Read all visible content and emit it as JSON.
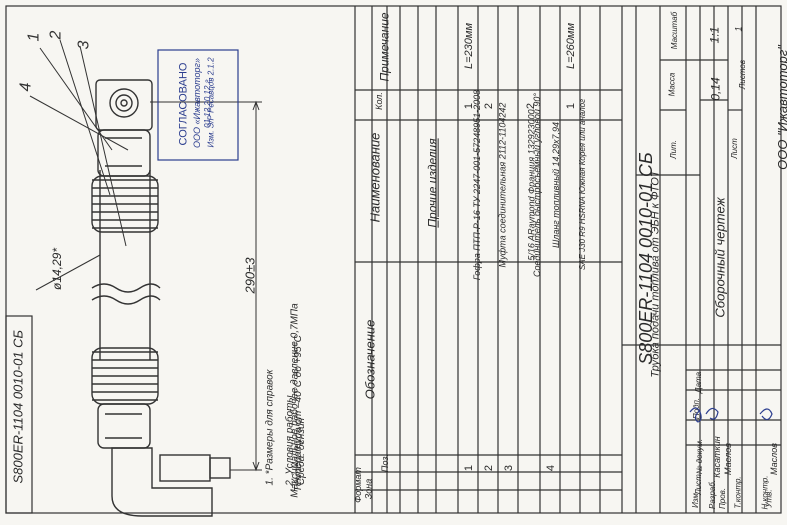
{
  "stamp": {
    "title": "СОГЛАСОВАНО",
    "org": "ООО «Ижавтоторг»",
    "line": "Изм. Э/Р Ресавцов 2.1.2",
    "date": "01   12   20 12 г."
  },
  "callouts": [
    "1",
    "2",
    "3",
    "4"
  ],
  "dims": {
    "diameter": "ø14,29*",
    "length": "290±3"
  },
  "notes": [
    "1. *Размеры для справок",
    "2. Условия работы",
    "Температура от –40°C до +95°C",
    "Среда: бензин",
    "Максимальное рабочее давление 0,7МПа"
  ],
  "left_code": "S800ER-1104 0010-01 СБ",
  "bom": {
    "headers": {
      "format": "Формат",
      "zone": "Зона",
      "pos": "Поз.",
      "designation": "Обозначение",
      "name": "Наименование",
      "qty": "Кол.",
      "note": "Примечание"
    },
    "section": "Прочие изделия",
    "rows": [
      {
        "pos": "1",
        "name": "Гофра ПТП-Р-16 ТУ 2247-001-57248951-2008",
        "qty": "1",
        "note": "L=230мм"
      },
      {
        "pos": "2",
        "name": "Муфта соединительная 2112-1104242",
        "qty": "2",
        "note": ""
      },
      {
        "pos": "3",
        "name": "Соединитель быстросъемный угловой 90°",
        "qty": "",
        "note": ""
      },
      {
        "pos": "",
        "name": "5/16 ARaymond Франция 132923000",
        "qty": "2",
        "note": ""
      },
      {
        "pos": "4",
        "name": "Шланг топливный 14,29х7,94",
        "qty": "",
        "note": ""
      },
      {
        "pos": "",
        "name": "SAE J30 R9 HSRNA Южная Корея или аналог",
        "qty": "1",
        "note": "L=260мм"
      }
    ]
  },
  "title_block": {
    "code": "S800ER-1104 0010-01 СБ",
    "name": "Трубка подачи топлива от ЭБН к ФТОТ",
    "doc_type": "Сборочный чертеж",
    "lit": "Лит.",
    "mass_label": "Масса",
    "scale_label": "Масштаб",
    "mass": "0,14",
    "scale": "1:1",
    "sheet": "Лист",
    "sheets": "Листов",
    "sheets_count": "1",
    "org": "ООО \"Ижавтоторг\"",
    "roles": {
      "izm": "Изм",
      "list": "Лист",
      "doc": "№ докум.",
      "sign": "Подп.",
      "date": "Дата",
      "razrab": "Разраб.",
      "prov": "Пров.",
      "tkontr": "Т.контр.",
      "nkontr": "Н.контр.",
      "utv": "Утв."
    },
    "people": {
      "razrab": "Касаткин",
      "prov": "Маслов",
      "utv": "Маслов"
    }
  }
}
